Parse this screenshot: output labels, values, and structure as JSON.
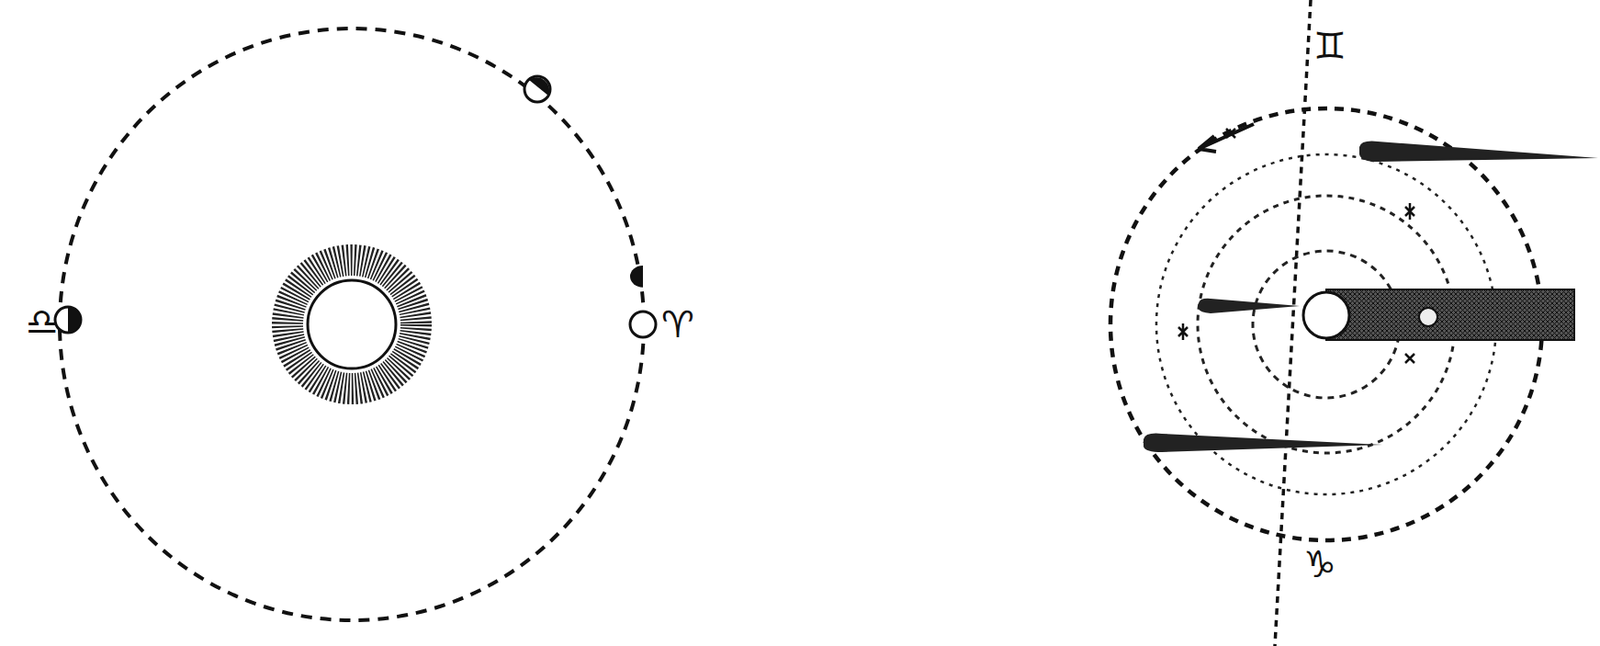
{
  "diagram": {
    "labels": [
      "♎",
      "♈",
      "♊",
      "♑"
    ]
  }
}
